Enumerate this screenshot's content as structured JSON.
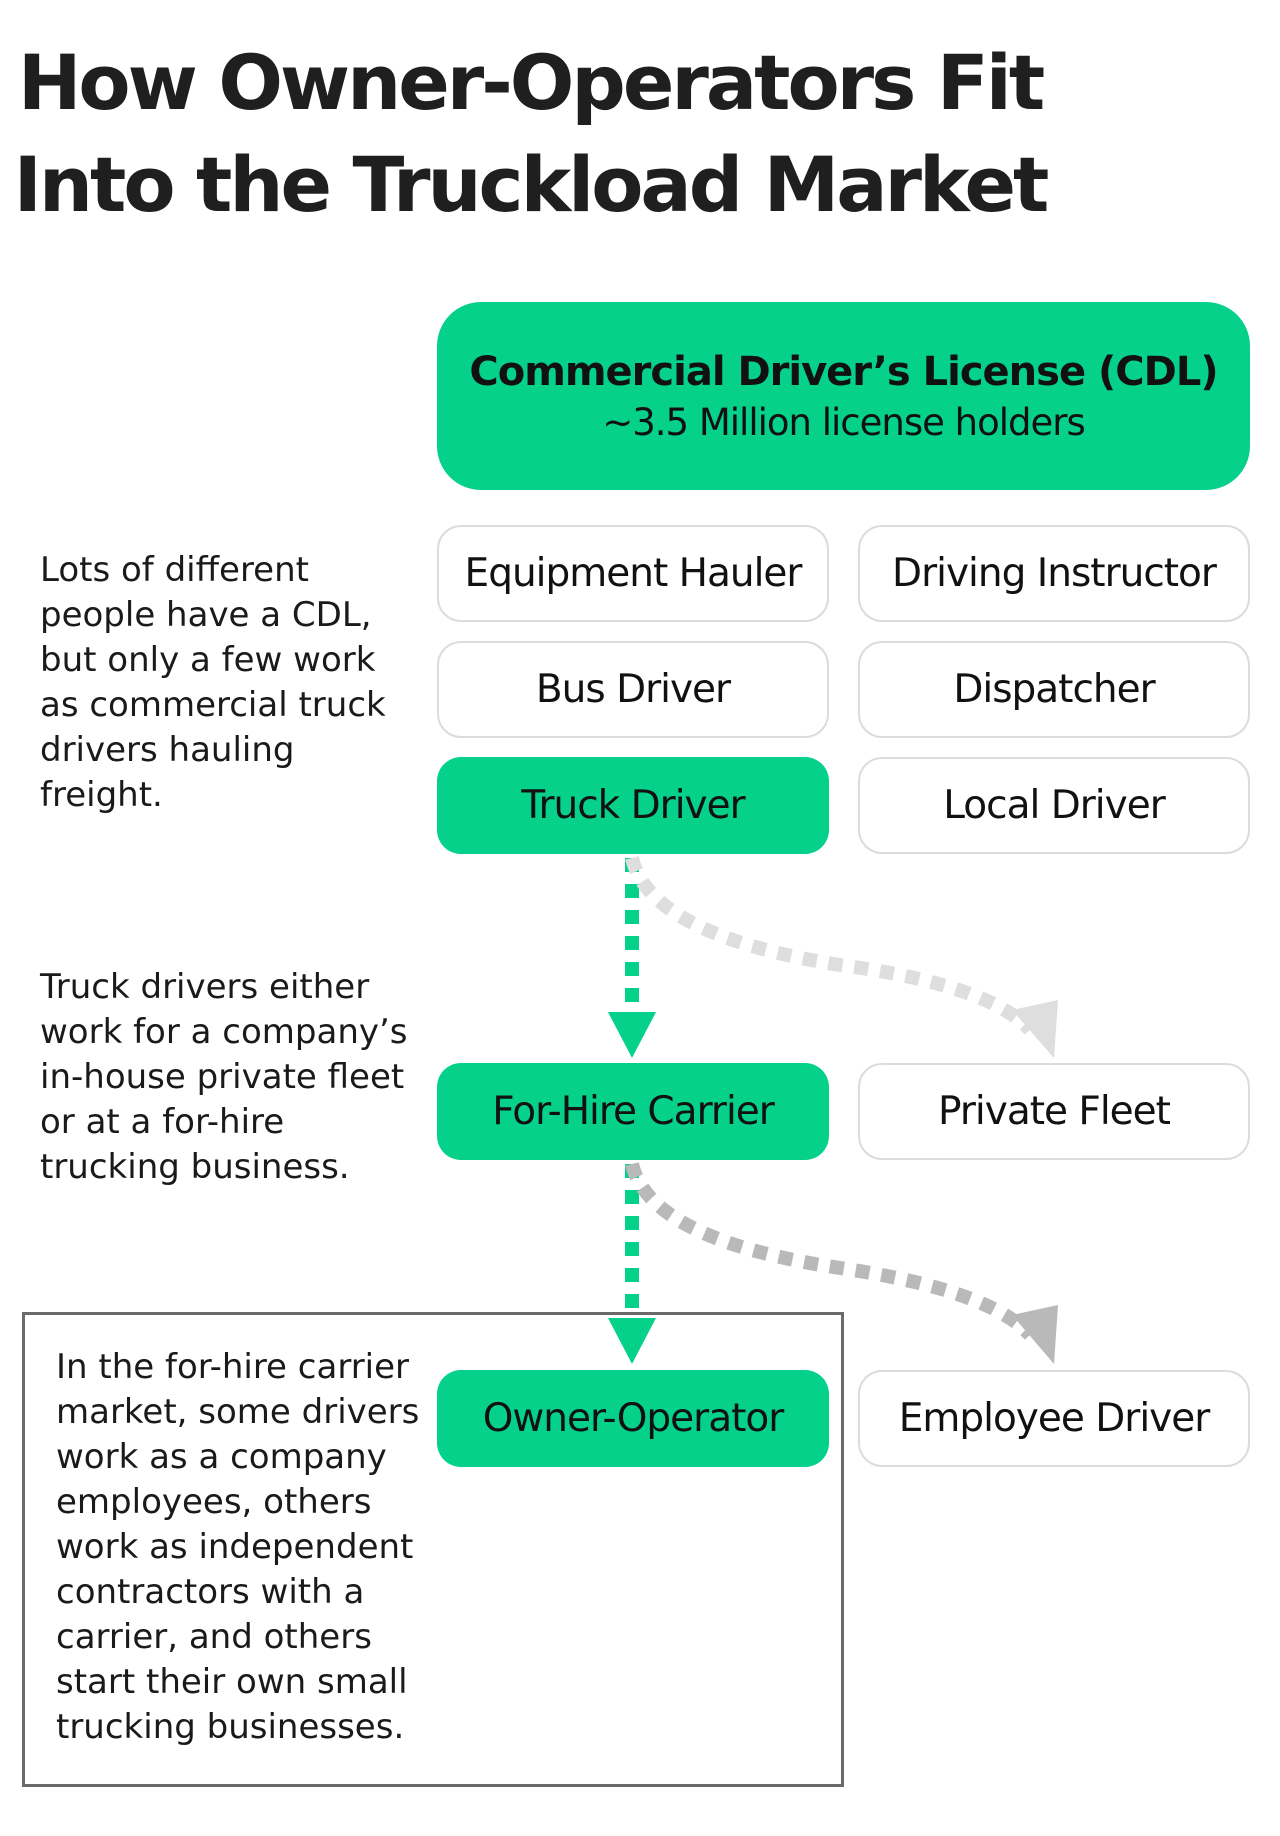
{
  "title": {
    "line1": "How Owner-Operators Fit",
    "line2": "Into the Truckload Market"
  },
  "cdl": {
    "title": "Commercial Driver’s License (CDL)",
    "subtitle": "~3.5 Million license holders"
  },
  "roles": {
    "equipment_hauler": "Equipment Hauler",
    "driving_instructor": "Driving Instructor",
    "bus_driver": "Bus Driver",
    "dispatcher": "Dispatcher",
    "truck_driver": "Truck Driver",
    "local_driver": "Local Driver"
  },
  "employers": {
    "for_hire_carrier": "For-Hire Carrier",
    "private_fleet": "Private Fleet"
  },
  "driver_types": {
    "owner_operator": "Owner-Operator",
    "employee_driver": "Employee Driver"
  },
  "notes": {
    "cdl_note": "Lots of different people have a CDL, but only a few work as commercial truck drivers hauling freight.",
    "employer_note": "Truck drivers either work for a company’s in-house private fleet or at a for-hire trucking business.",
    "carrier_note": "In the for-hire carrier market, some drivers work as a company employees, others work as independent contractors with a carrier, and others start their own small trucking businesses."
  },
  "colors": {
    "highlight": "#05d18a",
    "box_border": "#dcdcdc",
    "faded_arrow_light": "#dedede",
    "faded_arrow_dark": "#b9b9b9"
  }
}
